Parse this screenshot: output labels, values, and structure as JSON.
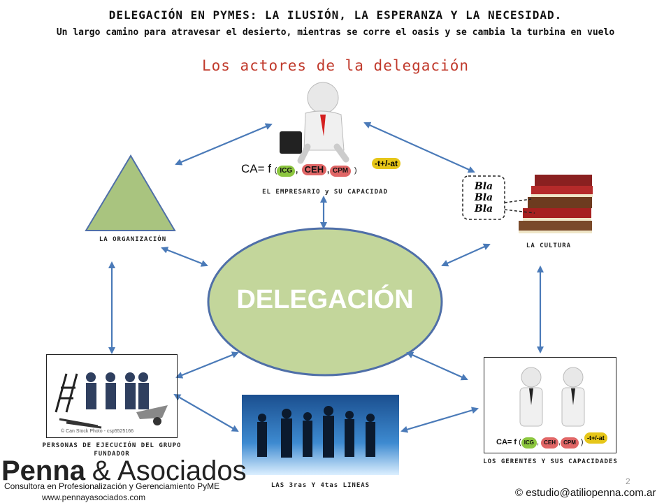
{
  "header": {
    "title": "DELEGACIÓN EN PYMES: LA ILUSIÓN, LA ESPERANZA Y LA NECESIDAD.",
    "subtitle": "Un largo camino para atravesar el desierto, mientras se corre el oasis y se cambia la turbina en vuelo",
    "section": "Los actores de la delegación"
  },
  "center": {
    "label": "DELEGACIÓN"
  },
  "nodes": {
    "empresario": {
      "label": "EL EMPRESARIO y SU CAPACIDAD",
      "formula": {
        "prefix": "CA= f",
        "open": "(",
        "icg": "ICG",
        "sep1": ",",
        "ceh": "CEH",
        "sep2": ",",
        "cpm": "CPM",
        "close": ")",
        "exponent": "-t+/-at"
      }
    },
    "organizacion": {
      "label": "LA ORGANIZACIÓN"
    },
    "cultura": {
      "label": "LA CULTURA",
      "speech": [
        "Bla",
        "Bla",
        "Bla"
      ]
    },
    "personas": {
      "label": "PERSONAS DE EJECUCIÓN DEL GRUPO FUNDADOR",
      "watermark": "© Can Stock Photo - csp5525166"
    },
    "lineas": {
      "label": "LAS 3ras Y 4tas LINEAS"
    },
    "gerentes": {
      "label": "LOS GERENTES Y SUS CAPACIDADES",
      "formula": {
        "prefix": "CA= f",
        "open": "(",
        "icg": "ICG",
        "sep1": ",",
        "ceh": "CEH",
        "sep2": ",",
        "cpm": "CPM",
        "close": ")",
        "exponent": "-t+/-at"
      }
    }
  },
  "footer": {
    "logo_name": "Penna",
    "logo_amp": "&",
    "logo_rest": "Asociados",
    "logo_tagline": "Consultora en Profesionalización y Gerenciamiento PyME",
    "logo_url": "www.pennayasociados.com",
    "email": "© estudio@atiliopenna.com.ar",
    "page": "2"
  },
  "colors": {
    "ellipse_fill": "#c3d69b",
    "ellipse_stroke": "#4f6fa8",
    "triangle_fill": "#a9c47f",
    "arrow": "#4a7ab8",
    "title_accent": "#c0392b",
    "pill_green": "#8cc63f",
    "pill_red": "#e06666",
    "pill_yellow": "#e6c619"
  }
}
